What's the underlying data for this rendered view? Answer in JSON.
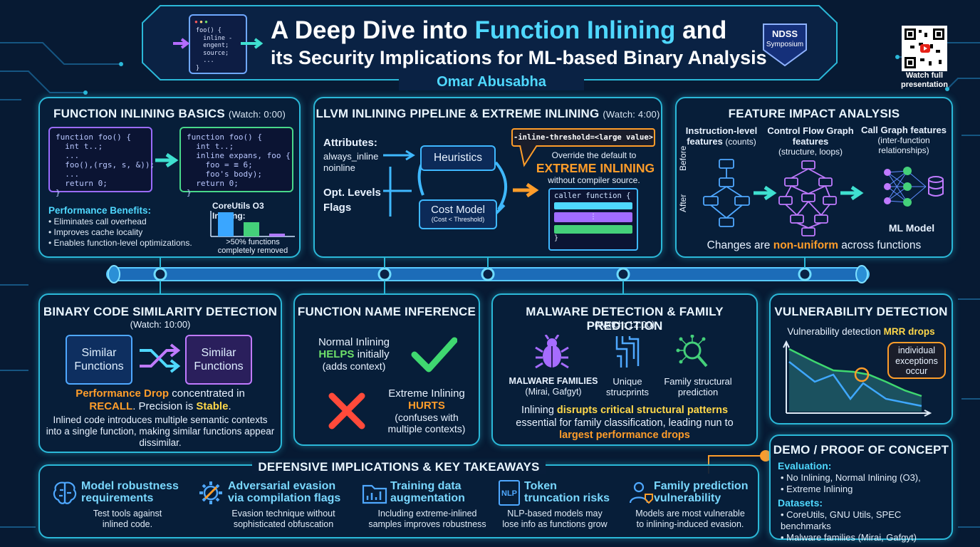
{
  "header": {
    "title_line1_part1": "A Deep Dive into ",
    "title_line1_highlight": "Function Inlining",
    "title_line1_part2": " and",
    "title_line2": "its Security Implications for ML-based Binary Analysis",
    "author": "Omar Abusabha",
    "badge_line1": "NDSS",
    "badge_line2": "Symposium",
    "qr_caption_line1": "Watch full",
    "qr_caption_line2": "presentation",
    "code_lines": [
      "foo() {",
      "  inline -",
      "  engent;",
      "  source;",
      "  ...",
      "}"
    ]
  },
  "basics": {
    "title": "FUNCTION INLINING BASICS",
    "watch": "(Watch: 0:00)",
    "code_before": [
      "function foo() {",
      "  int t..;",
      "  ...",
      "  foo(),(rgs, s, &));",
      "  ...",
      "  return 0;",
      "}"
    ],
    "code_after": [
      "function foo() {",
      "  int t..;",
      "  inline expans, foo {",
      "    foo = ≡ 6;",
      "    foo's body);",
      "  return 0;",
      "}"
    ],
    "benefits_title": "Performance Benefits:",
    "benefits": [
      "Eliminates call overhead",
      "Improves cache locality",
      "Enables function-level optimizations."
    ],
    "chart_title": "CoreUtils O3 Inlining:",
    "chart_caption_line1": ">50% functions",
    "chart_caption_line2": "completely removed"
  },
  "llvm": {
    "title": "LLVM INLINING PIPELINE & EXTREME INLINING",
    "watch": "(Watch: 4:00)",
    "attributes_label": "Attributes:",
    "attr_items": [
      "always_inline",
      "noinline"
    ],
    "opt_label_line1": "Opt. Levels",
    "opt_label_line2": "Flags",
    "heuristics": "Heuristics",
    "cost_model": "Cost Model",
    "cost_sub": "(Cost < Threshold)",
    "flag": "-inline-threshold=<large value>",
    "override_text": "Override the default to",
    "extreme": "EXTREME INLINING",
    "without_text": "without compiler source.",
    "caller_code": "caller function {",
    "caller_dots": "⋮",
    "caller_close": "}"
  },
  "feature": {
    "title": "FEATURE IMPACT ANALYSIS",
    "col1_title": "Instruction-level",
    "col1_title2": "features",
    "col1_sub": "(counts)",
    "col2_title": "Control Flow Graph",
    "col2_title2": "features",
    "col2_sub": "(structure, loops)",
    "col3_title": "Call Graph features",
    "col3_sub_line1": "(inter-function",
    "col3_sub_line2": "relationships)",
    "before": "Before",
    "after": "After",
    "ml_model": "ML Model",
    "note_part1": "Changes are ",
    "note_highlight": "non-uniform",
    "note_part2": " across functions"
  },
  "similarity": {
    "title": "BINARY CODE SIMILARITY DETECTION",
    "watch": "(Watch: 10:00)",
    "box_left": "Similar Functions",
    "box_right": "Similar Functions",
    "perf_drop": "Performance Drop",
    "concentrated": " concentrated in",
    "recall": "RECALL",
    "precision": ". Precision is ",
    "stable": "Stable",
    "period": ".",
    "desc": "Inlined code introduces multiple semantic contexts into a single function, making similar functions appear dissimilar."
  },
  "name_inference": {
    "title": "FUNCTION NAME INFERENCE",
    "normal_line1": "Normal Inlining",
    "helps": "HELPS",
    "initially": " initially",
    "adds_context": "(adds context)",
    "extreme_line1": "Extreme Inlining",
    "hurts": "HURTS",
    "confuses_line1": "(confuses with",
    "confuses_line2": "multiple contexts)"
  },
  "malware": {
    "title": "MALWARE DETECTION & FAMILY PREDICTION",
    "watch": "(Watch: 12:00)",
    "fam_title": "MALWARE FAMILIES",
    "fam_sub": "(Mirai, Gafgyt)",
    "unique_line1": "Unique",
    "unique_line2": "strucprints",
    "family_line1": "Family structural",
    "family_line2": "prediction",
    "desc_part1": "Inlining ",
    "desc_highlight": "disrupts critical structural patterns",
    "desc_part2": "essential for family classification, leading nun to",
    "desc_highlight2": "largest performance drops"
  },
  "vuln": {
    "title": "VULNERABILITY DETECTION",
    "subtitle_part1": "Vulnerability detection ",
    "subtitle_highlight": "MRR drops",
    "callout_line1": "individual",
    "callout_line2": "exceptions",
    "callout_line3": "occur"
  },
  "takeaways": {
    "title": "DEFENSIVE IMPLICATIONS & KEY TAKEAWAYS",
    "items": [
      {
        "title1": "Model robustness",
        "title2": "requirements",
        "desc1": "Test tools against",
        "desc2": "inlined code."
      },
      {
        "title1": "Adversarial evasion",
        "title2": "via compilation flags",
        "desc1": "Evasion technique without",
        "desc2": "sophisticated obfuscation"
      },
      {
        "title1": "Training data",
        "title2": "augmentation",
        "desc1": "Including extreme-inlined",
        "desc2": "samples improves robustness"
      },
      {
        "title1": "Token",
        "title2": "truncation risks",
        "desc1": "NLP-based models may",
        "desc2": "lose info as functions grow"
      },
      {
        "title1": "Family prediction",
        "title2": "vulnerability",
        "desc1": "Models are most vulnerable",
        "desc2": "to inlining-induced evasion."
      }
    ],
    "nlp_icon_text": "NLP"
  },
  "demo": {
    "title": "DEMO / PROOF OF CONCEPT",
    "eval_label": "Evaluation:",
    "eval_items": [
      "No Inlining, Normal Inlining (O3),",
      "Extreme Inlining"
    ],
    "datasets_label": "Datasets:",
    "dataset_items": [
      "CoreUtils, GNU Utils, SPEC benchmarks",
      "Malware families (Mirai, Gafgyt)"
    ]
  },
  "colors": {
    "accent": "#2bb8d8",
    "highlight": "#4fd8ff",
    "orange": "#ff9d2a",
    "green": "#6ee06a",
    "red": "#ff5a5a",
    "background": "#071a33"
  }
}
